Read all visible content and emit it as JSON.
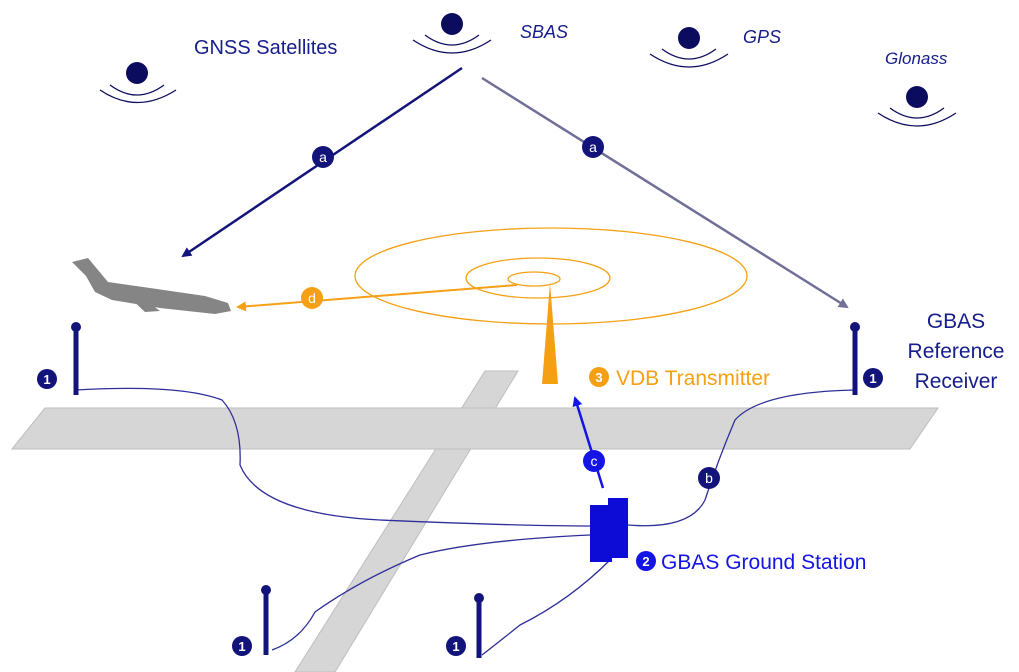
{
  "labels": {
    "gnss_satellites": "GNSS Satellites",
    "sbas": "SBAS",
    "gps": "GPS",
    "glonass": "Glonass",
    "gbas_reference_receiver": [
      "GBAS",
      "Reference",
      "Receiver"
    ],
    "vdb_transmitter": "VDB Transmitter",
    "gbas_ground_station": "GBAS Ground Station"
  },
  "markers": {
    "a": "a",
    "b": "b",
    "c": "c",
    "d": "d",
    "one": "1",
    "two": "2",
    "three": "3"
  },
  "colors": {
    "navy": "#13147a",
    "slate": "#6f6f98",
    "blue": "#1414e6",
    "orange": "#f5a014",
    "runway": "#d6d6d6",
    "aircraft": "#858585",
    "text_navy": "#161d8c"
  }
}
